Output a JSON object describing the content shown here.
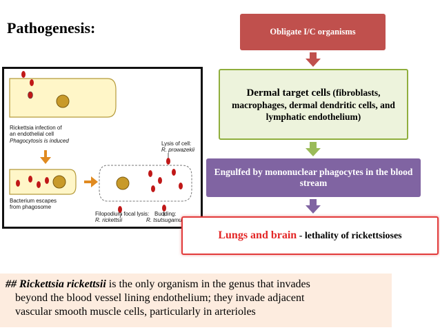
{
  "title": "Pathogenesis:",
  "illustration": {
    "labels": {
      "infection": "Rickettsia infection of\nan endothelial cell",
      "phagocytosis": "Phagocytosis is induced",
      "escape": "Bacterium escapes\nfrom phagosome",
      "lysis": "Lysis of cell:",
      "lysis_species": "R. prowazekii",
      "filopodium": "Filopodium focal lysis:",
      "filopodium_species": "R. rickettsii",
      "budding": "Budding:",
      "budding_species": "R. tsutsugamushi"
    }
  },
  "flow": {
    "box1": "Obligate I/C organisms",
    "box2_bold": "Dermal target cells",
    "box2_rest": " (fibroblasts, macrophages, dermal dendritic cells, and lymphatic endothelium)",
    "box3": "Engulfed by mononuclear phagocytes in the blood stream",
    "box4_red": "Lungs and brain",
    "box4_rest": " - lethality of rickettsioses"
  },
  "note": {
    "prefix": "## ",
    "organism": "Rickettsia rickettsii",
    "line1_rest": " is the only organism in the genus that invades",
    "line2": "beyond the blood vessel lining endothelium; they invade adjacent",
    "line3": "vascular smooth muscle cells, particularly in arterioles"
  },
  "colors": {
    "box1": "#c0504d",
    "box2_border": "#8fae3c",
    "box3": "#8064a2",
    "box4_border": "#e23a3a",
    "arrow1": "#c0504d",
    "arrow2": "#9bbb59",
    "arrow3": "#8064a2",
    "note_bg": "#fdecdf"
  }
}
